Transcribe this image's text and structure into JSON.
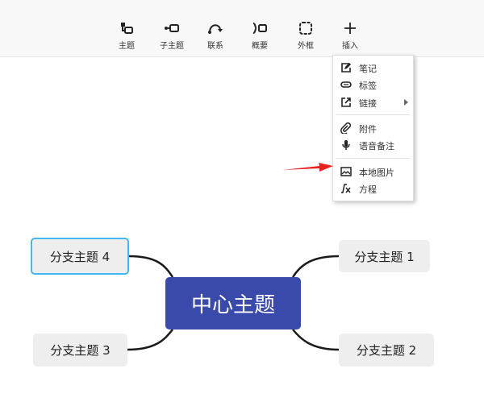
{
  "toolbar": {
    "items": [
      {
        "label": "主题",
        "icon": "topic-icon"
      },
      {
        "label": "子主题",
        "icon": "subtopic-icon"
      },
      {
        "label": "联系",
        "icon": "relationship-icon"
      },
      {
        "label": "概要",
        "icon": "summary-icon"
      },
      {
        "label": "外框",
        "icon": "boundary-icon"
      },
      {
        "label": "插入",
        "icon": "plus-icon"
      }
    ]
  },
  "insert_menu": {
    "items": [
      {
        "label": "笔记",
        "icon": "note-icon"
      },
      {
        "label": "标签",
        "icon": "label-icon"
      },
      {
        "label": "链接",
        "icon": "link-icon",
        "has_submenu": true
      },
      {
        "label": "附件",
        "icon": "attachment-icon"
      },
      {
        "label": "语音备注",
        "icon": "microphone-icon"
      },
      {
        "label": "本地图片",
        "icon": "image-icon"
      },
      {
        "label": "方程",
        "icon": "equation-icon"
      }
    ]
  },
  "annotation": {
    "arrow_color": "#e8231f"
  },
  "mindmap": {
    "central": "中心主题",
    "branches": [
      "分支主题 1",
      "分支主题 2",
      "分支主题 3",
      "分支主题 4"
    ],
    "central_color": "#3a4aab",
    "selected_color": "#42b8f2"
  }
}
